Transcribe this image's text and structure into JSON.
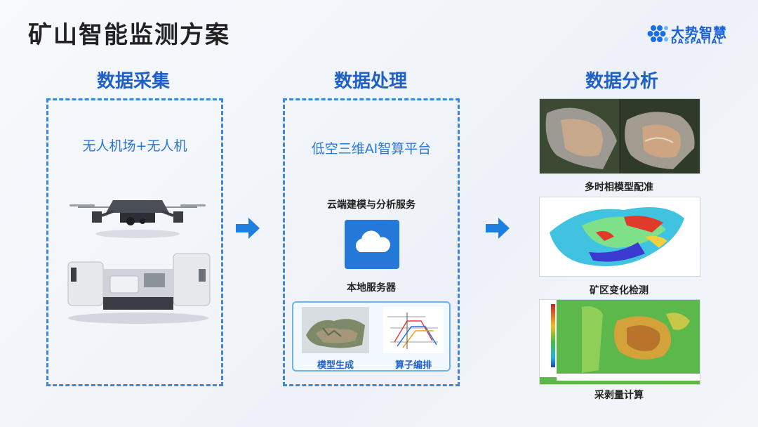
{
  "page": {
    "title": "矿山智能监测方案"
  },
  "logo": {
    "cn": "大势智慧",
    "en": "DASPATIAL"
  },
  "colors": {
    "accent": "#1f60c8",
    "dash": "#3d86dc",
    "arrow": "#1e7fe0"
  },
  "columns": [
    {
      "heading": "数据采集",
      "subtitle": "无人机场+无人机"
    },
    {
      "heading": "数据处理",
      "subtitle": "低空三维AI智算平台",
      "cloud_label": "云端建模与分析服务",
      "cloud_icon": "cloud-icon",
      "local_label": "本地服务器",
      "panel_items": [
        "模型生成",
        "算子编排"
      ]
    },
    {
      "heading": "数据分析",
      "images": [
        {
          "caption": "多时相模型配准"
        },
        {
          "caption": "矿区变化检测"
        },
        {
          "caption": "采剥量计算"
        }
      ]
    }
  ]
}
